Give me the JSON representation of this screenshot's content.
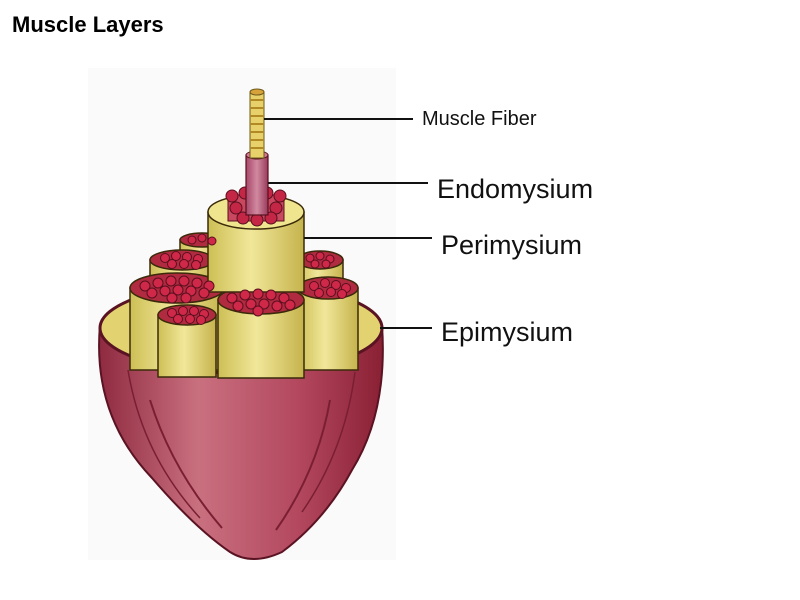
{
  "title": "Muscle Layers",
  "labels": {
    "muscle_fiber": "Muscle Fiber",
    "endomysium": "Endomysium",
    "perimysium": "Perimysium",
    "epimysium": "Epimysium"
  },
  "colors": {
    "sheath_red": "#b3485f",
    "sheath_dark": "#7a1f33",
    "fascicle_yellow": "#e6da79",
    "fascicle_dark": "#b8a33e",
    "fiber_red": "#c2253f",
    "leader_line": "#111111"
  }
}
